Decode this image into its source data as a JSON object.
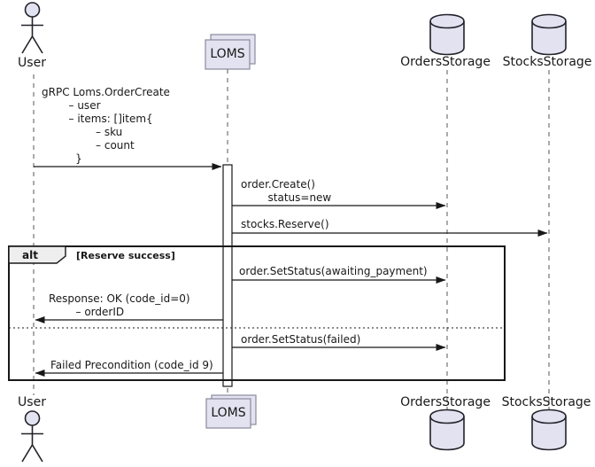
{
  "participants": {
    "user": {
      "label": "User",
      "kind": "actor"
    },
    "loms": {
      "label": "LOMS",
      "kind": "collections"
    },
    "orders_storage": {
      "label": "OrdersStorage",
      "kind": "database"
    },
    "stocks_storage": {
      "label": "StocksStorage",
      "kind": "database"
    }
  },
  "messages": {
    "order_create_request": "gRPC Loms.OrderCreate\n        – user\n        – items: []item{\n                – sku\n                – count\n          }",
    "order_create_db": "order.Create()\n        status=new",
    "stocks_reserve": "stocks.Reserve()",
    "set_status_awaiting": "order.SetStatus(awaiting_payment)",
    "response_ok": "Response: OK (code_id=0)\n        – orderID",
    "set_status_failed": "order.SetStatus(failed)",
    "failed_precondition": "Failed Precondition (code_id 9)"
  },
  "alt_fragment": {
    "operator": "alt",
    "condition": "[Reserve success]"
  },
  "colors": {
    "shape_fill": "#E2E2F0",
    "shape_border": "#22222a",
    "box_border": "#8a8a9c",
    "frame_label_fill": "#EEEEEE",
    "line": "#181818",
    "lifeline": "#55555f"
  }
}
